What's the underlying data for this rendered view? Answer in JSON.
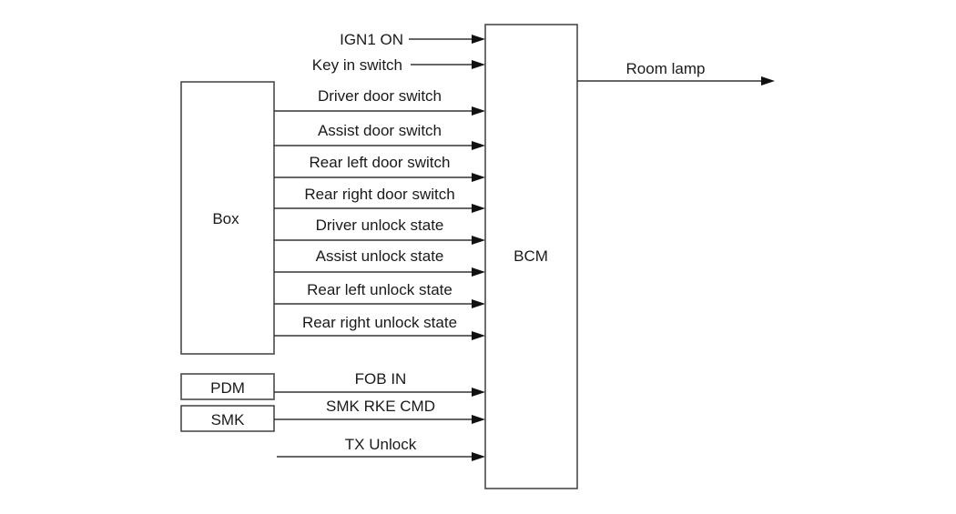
{
  "diagram": {
    "central_block": {
      "label": "BCM"
    },
    "source_blocks": [
      {
        "id": "box",
        "label": "Box"
      },
      {
        "id": "pdm",
        "label": "PDM"
      },
      {
        "id": "smk",
        "label": "SMK"
      }
    ],
    "inputs": [
      {
        "label": "IGN1 ON",
        "source": null
      },
      {
        "label": "Key in switch",
        "source": null
      },
      {
        "label": "Driver door switch",
        "source": "box"
      },
      {
        "label": "Assist door switch",
        "source": "box"
      },
      {
        "label": "Rear left door switch",
        "source": "box"
      },
      {
        "label": "Rear right door switch",
        "source": "box"
      },
      {
        "label": "Driver unlock state",
        "source": "box"
      },
      {
        "label": "Assist unlock state",
        "source": "box"
      },
      {
        "label": "Rear left unlock state",
        "source": "box"
      },
      {
        "label": "Rear right unlock state",
        "source": "box"
      },
      {
        "label": "FOB IN",
        "source": "pdm"
      },
      {
        "label": "SMK RKE CMD",
        "source": "smk"
      },
      {
        "label": "TX Unlock",
        "source": null
      }
    ],
    "outputs": [
      {
        "label": "Room lamp"
      }
    ]
  }
}
